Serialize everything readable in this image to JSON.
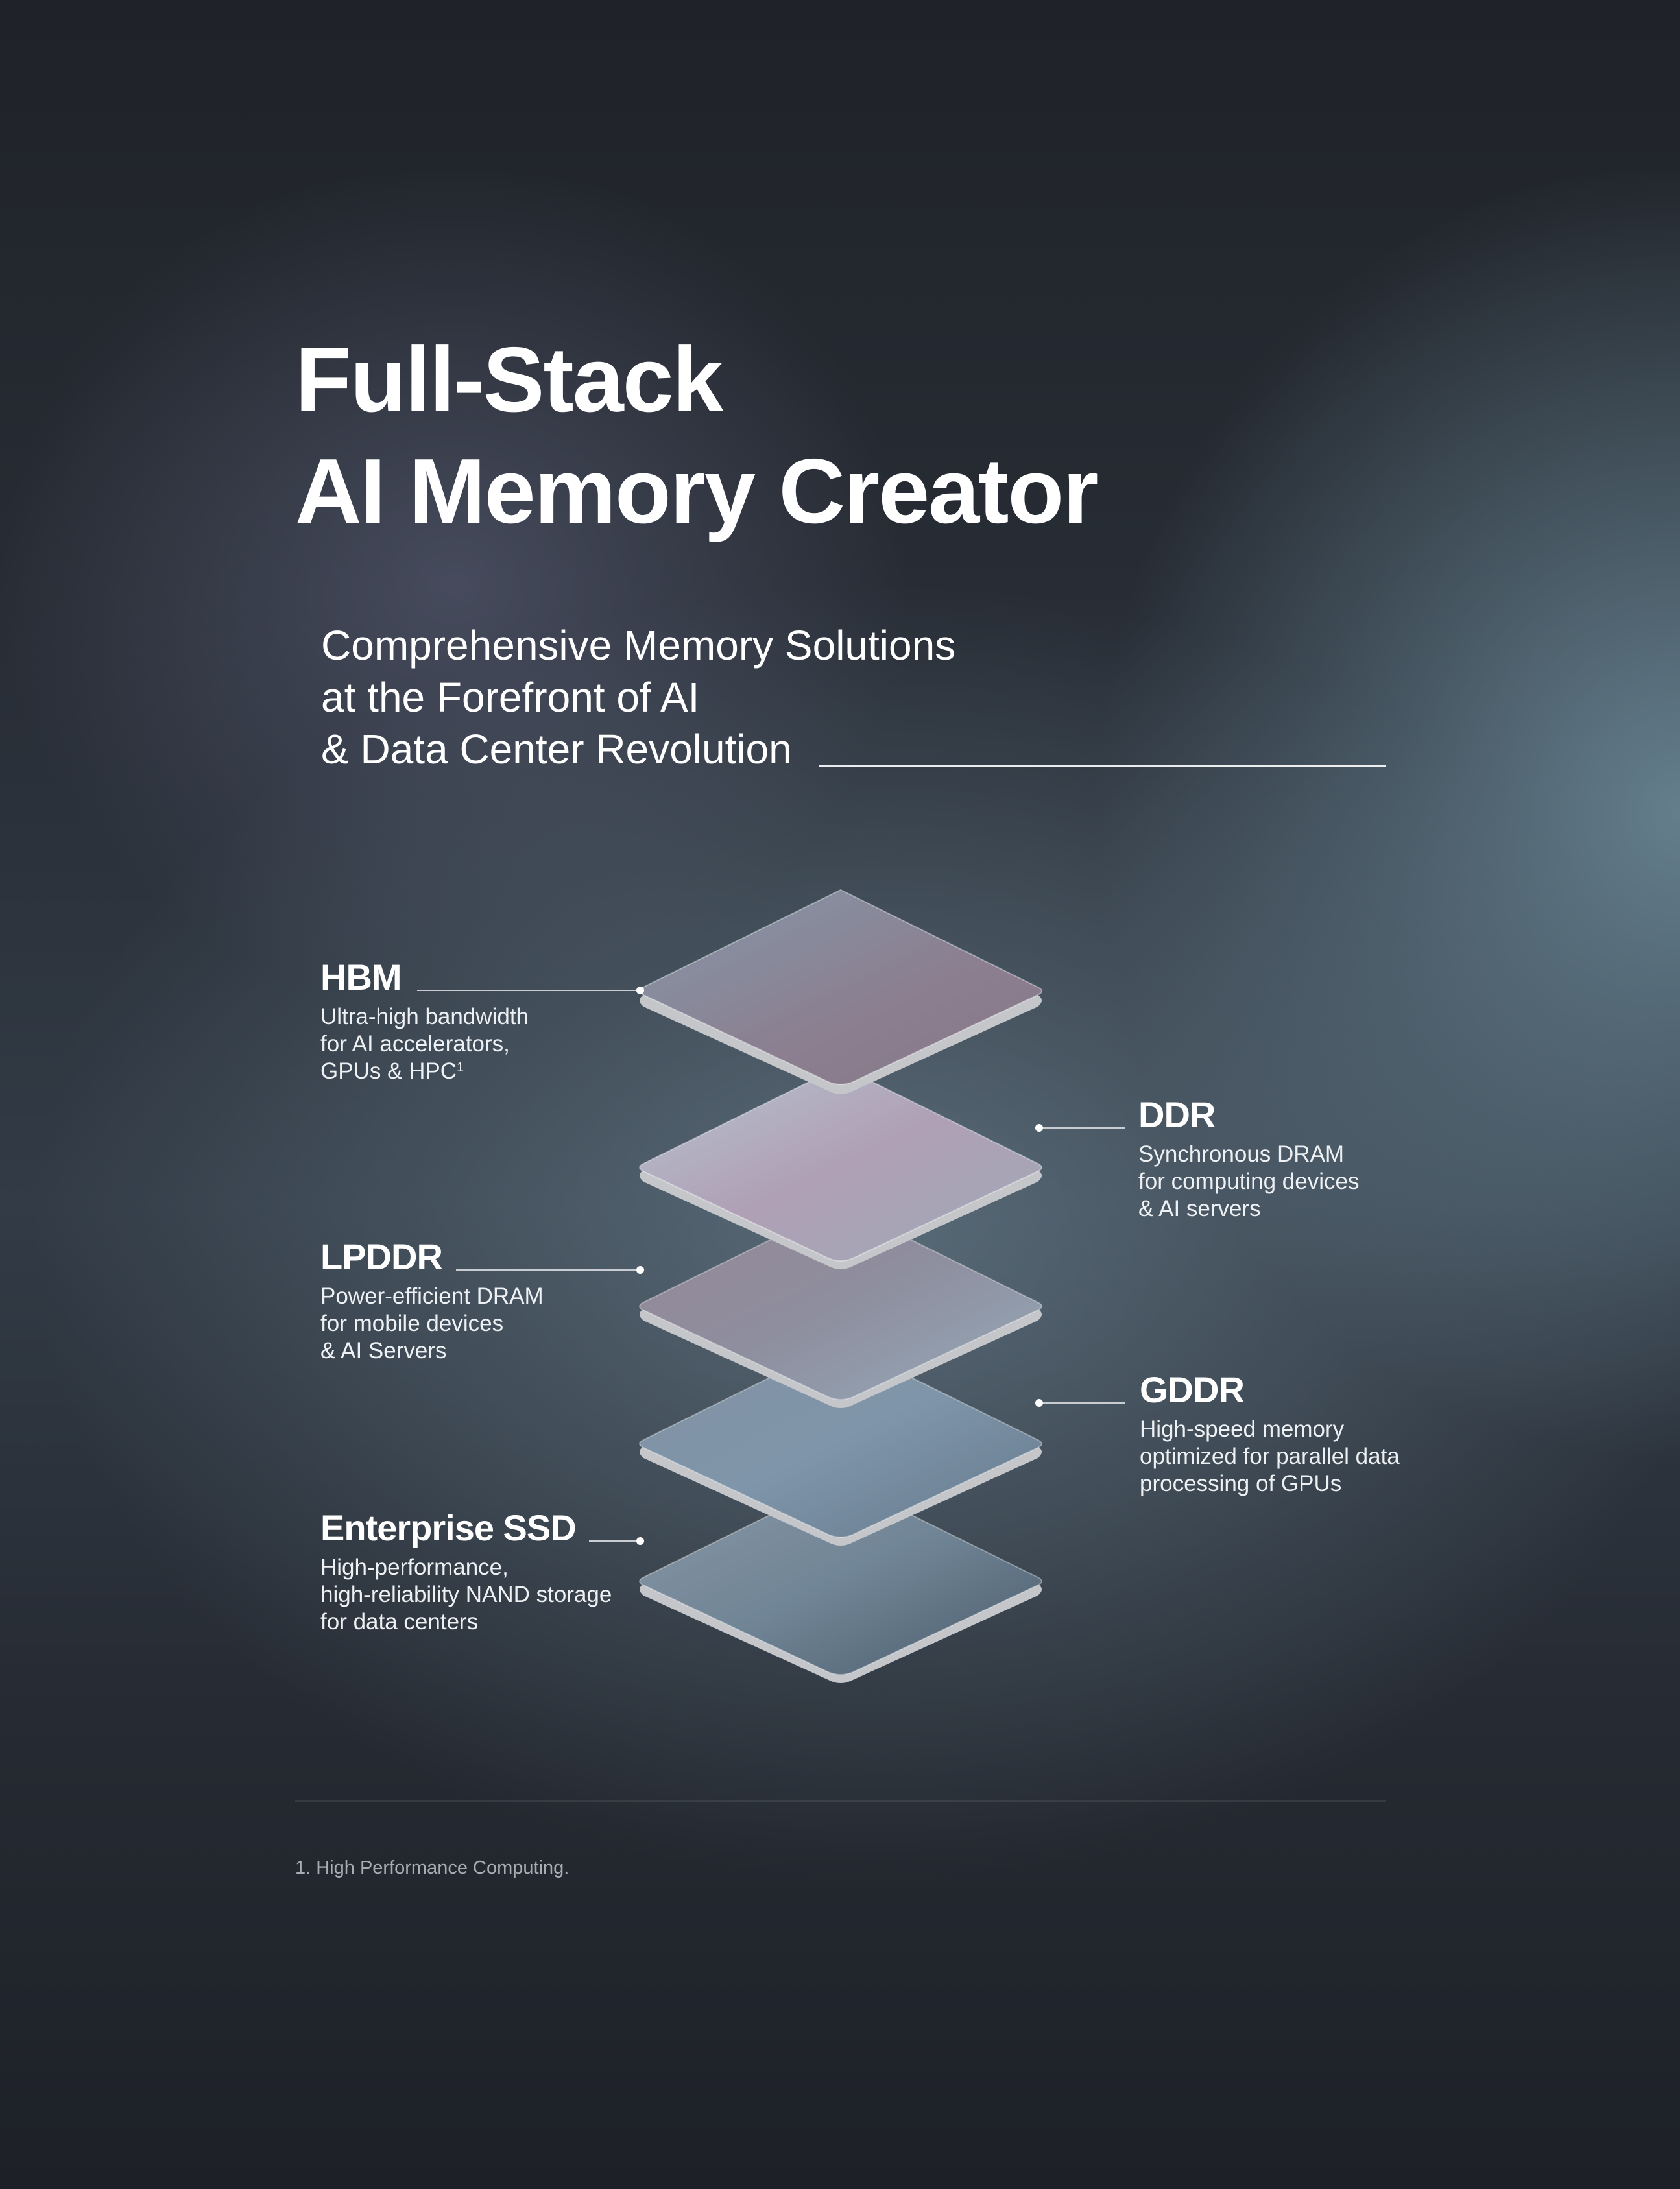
{
  "title": {
    "line1": "Full-Stack",
    "line2": "AI Memory Creator"
  },
  "subtitle": {
    "line1": "Comprehensive Memory Solutions",
    "line2": "at the Forefront of AI",
    "line3": "& Data Center Revolution"
  },
  "layers": {
    "hbm": {
      "name": "HBM",
      "desc": [
        "Ultra-high bandwidth",
        "for AI accelerators,",
        "GPUs & HPC"
      ],
      "footnote_ref": "1"
    },
    "ddr": {
      "name": "DDR",
      "desc": [
        "Synchronous DRAM",
        "for computing devices",
        "& AI servers"
      ]
    },
    "lpddr": {
      "name": "LPDDR",
      "desc": [
        "Power-efficient DRAM",
        "for mobile devices",
        "& AI Servers"
      ]
    },
    "gddr": {
      "name": "GDDR",
      "desc": [
        "High-speed memory",
        "optimized for parallel data",
        "processing of GPUs"
      ]
    },
    "ssd": {
      "name": "Enterprise SSD",
      "desc": [
        "High-performance,",
        "high-reliability NAND storage",
        "for data centers"
      ]
    }
  },
  "footnote": "1. High Performance Computing.",
  "colors": {
    "text": "#ffffff",
    "leader_line": "#c9cdd2",
    "plate_edge": "#c4c6ca",
    "footnote_text": "#a8adb4"
  }
}
